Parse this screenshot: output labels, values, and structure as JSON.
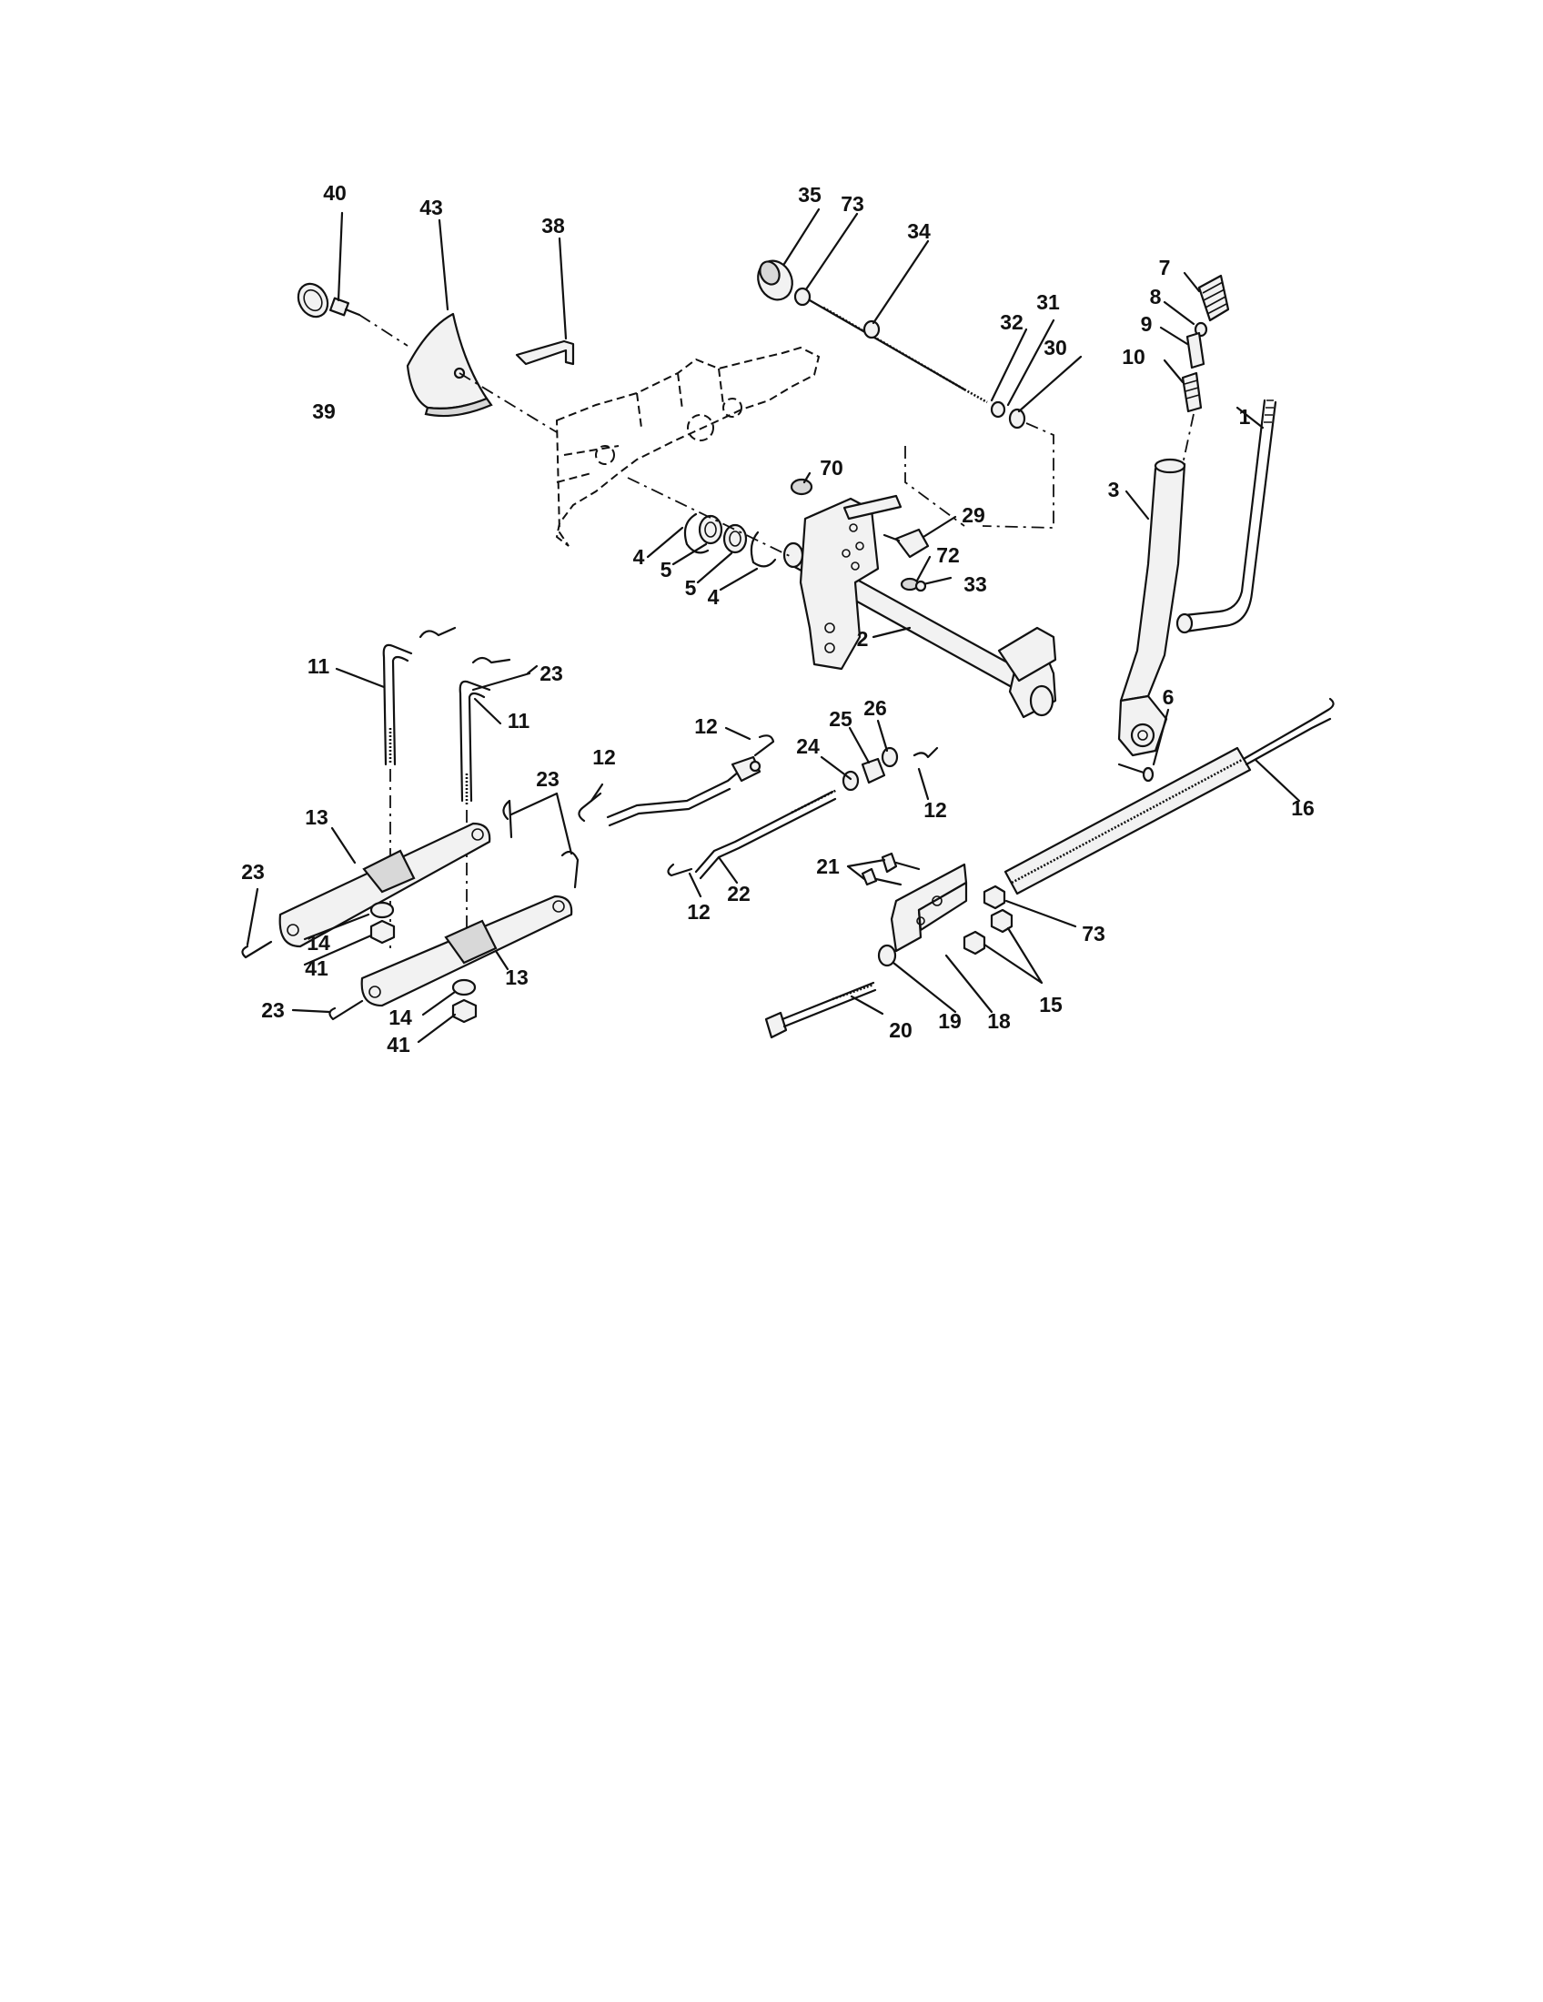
{
  "parts": {
    "p1": "1",
    "p2": "2",
    "p3": "3",
    "p4": "4",
    "p5": "5",
    "p6": "6",
    "p7": "7",
    "p8": "8",
    "p9": "9",
    "p10": "10",
    "p11": "11",
    "p12": "12",
    "p13": "13",
    "p14": "14",
    "p15": "15",
    "p16": "16",
    "p18": "18",
    "p19": "19",
    "p20": "20",
    "p21": "21",
    "p22": "22",
    "p23": "23",
    "p24": "24",
    "p25": "25",
    "p26": "26",
    "p29": "29",
    "p30": "30",
    "p31": "31",
    "p32": "32",
    "p33": "33",
    "p34": "34",
    "p35": "35",
    "p38": "38",
    "p39": "39",
    "p40": "40",
    "p41": "41",
    "p43": "43",
    "p70": "70",
    "p72": "72",
    "p73": "73"
  },
  "colors": {
    "ink": "#111111",
    "paper": "#ffffff"
  }
}
